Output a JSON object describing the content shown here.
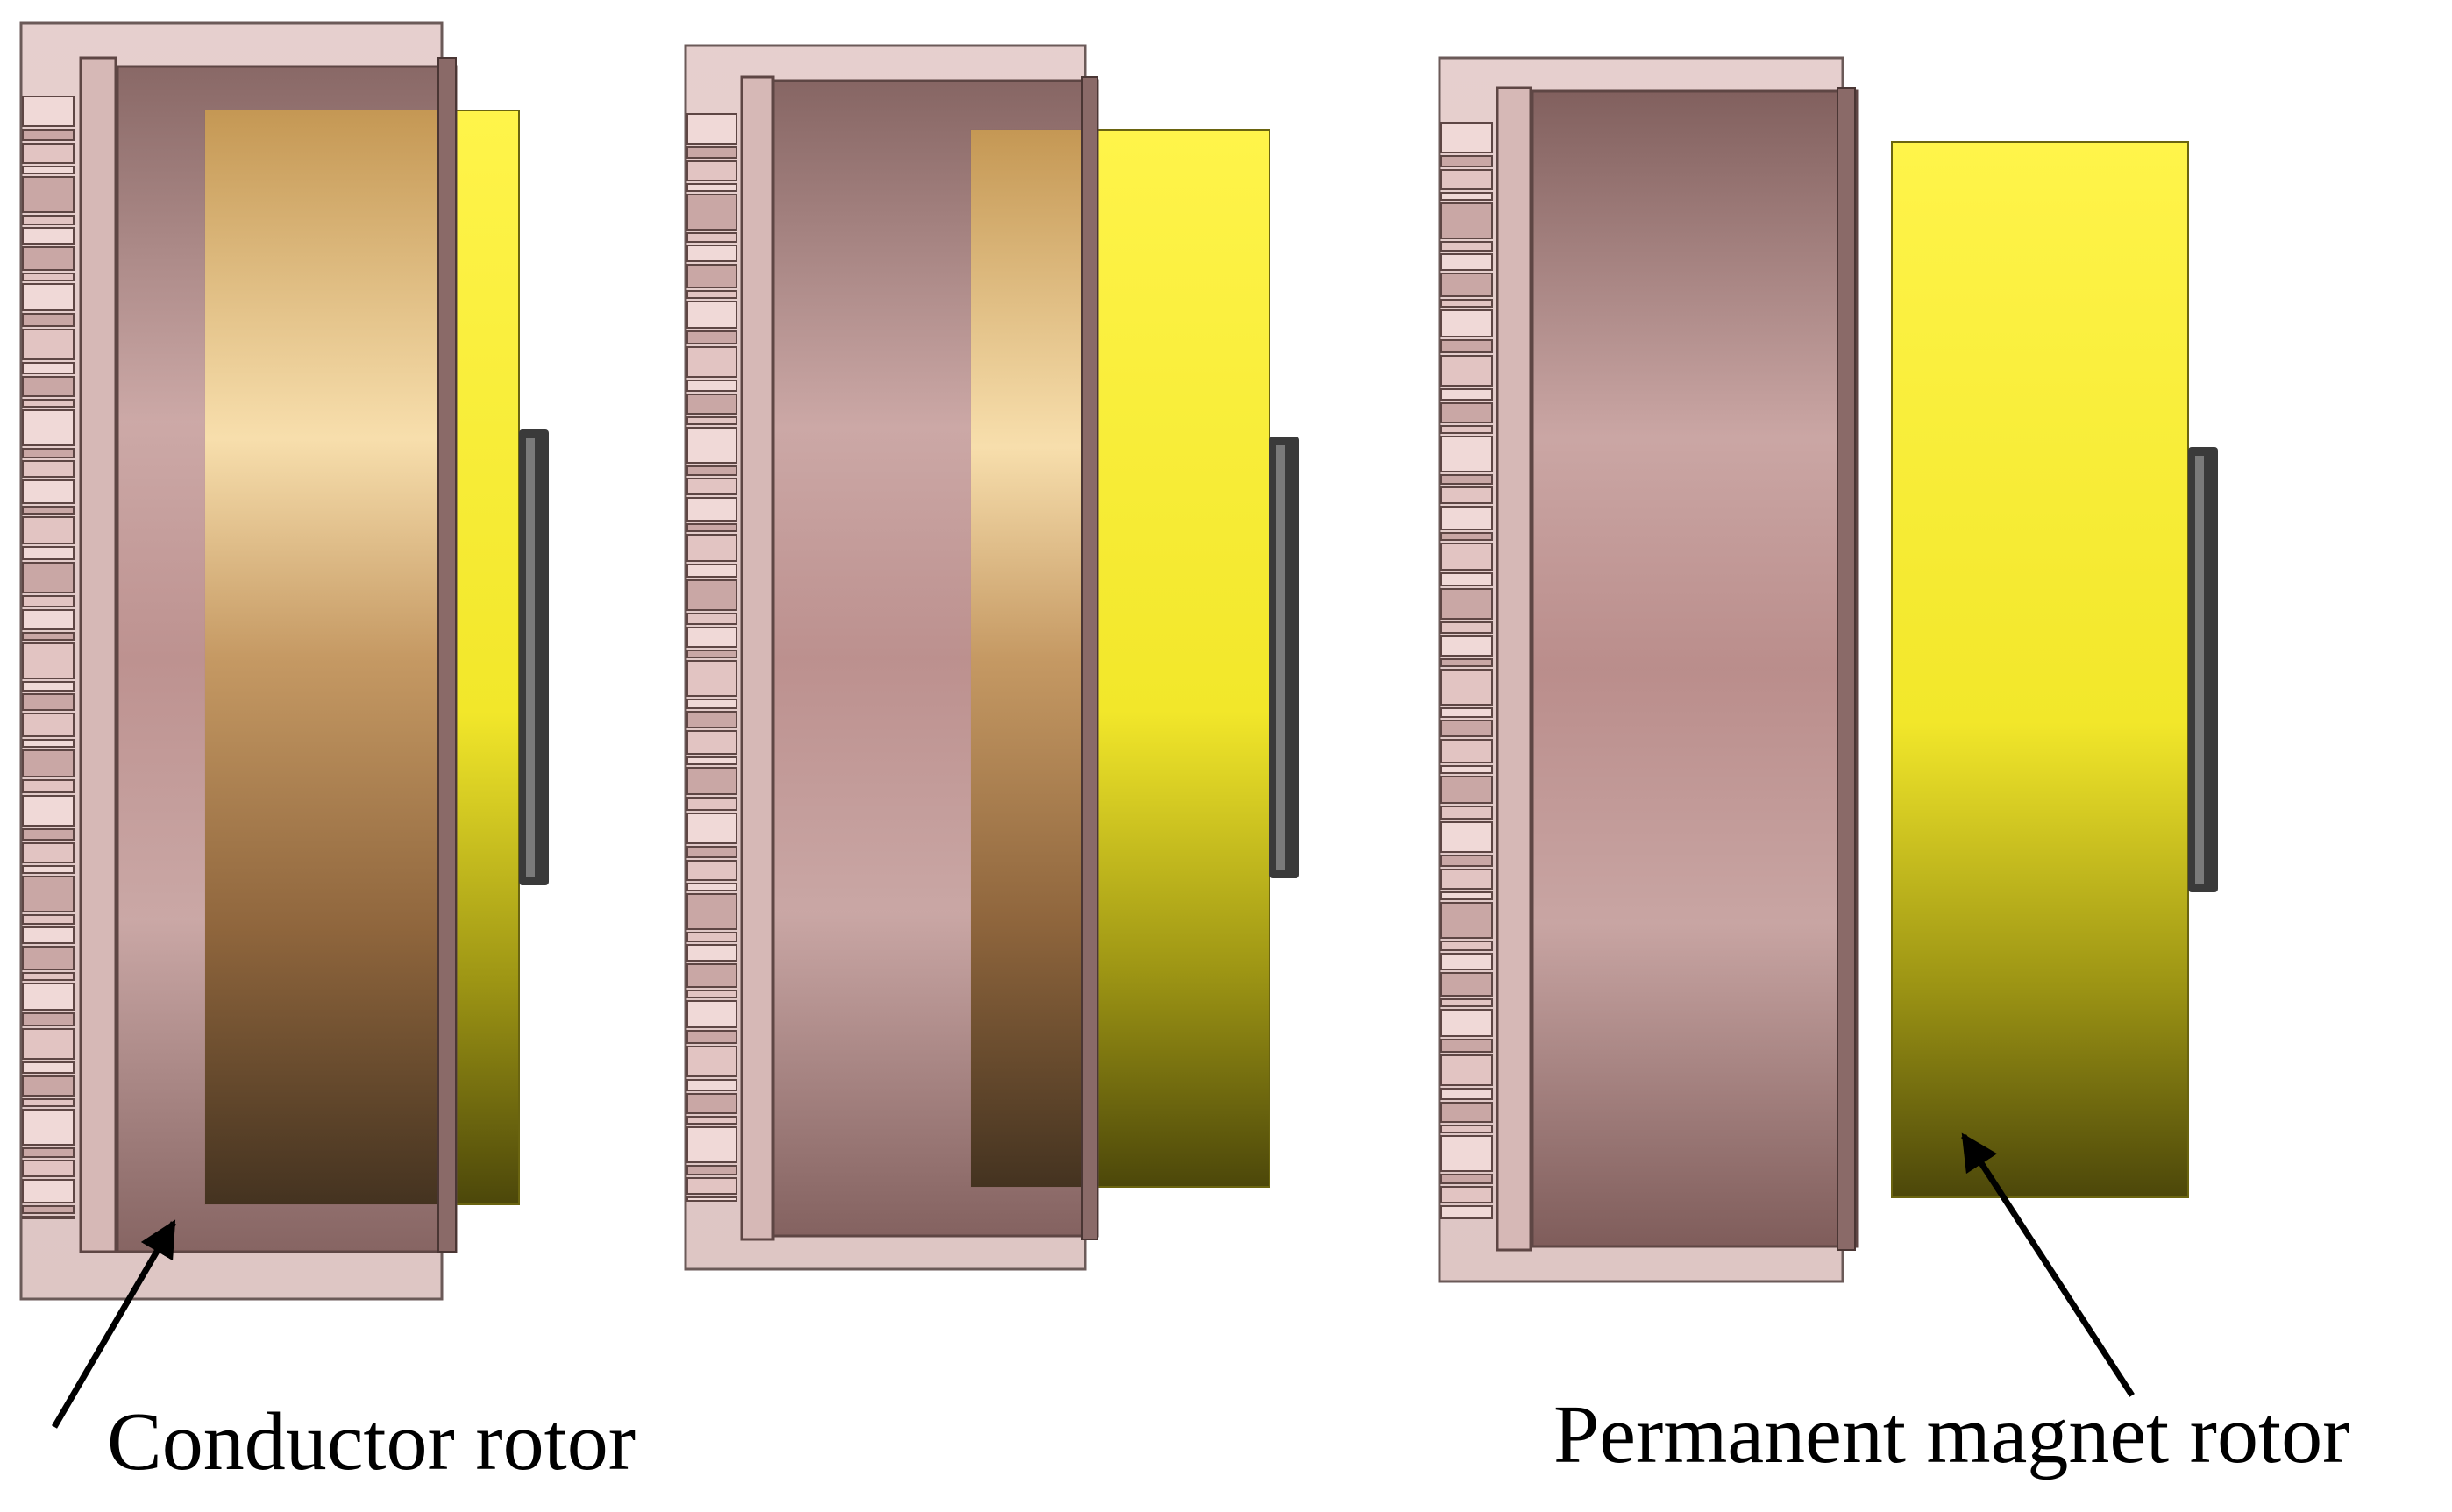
{
  "labels": {
    "conductor_rotor": "Conductor rotor",
    "permanent_magnet_rotor": "Permanent magnet rotor"
  },
  "assemblies": [
    {
      "name": "assembly-full-overlap",
      "position": "left"
    },
    {
      "name": "assembly-partial-overlap",
      "position": "middle"
    },
    {
      "name": "assembly-separated",
      "position": "right"
    }
  ],
  "colors": {
    "conductor_body": "#a88380",
    "conductor_light": "#d8b3b0",
    "conductor_dark": "#7a5856",
    "fin_light": "#e7cdcb",
    "magnet_yellow": "#fff23a",
    "magnet_dark": "#504a0a",
    "shaft": "#3a3a3a",
    "arrow": "#000000"
  }
}
